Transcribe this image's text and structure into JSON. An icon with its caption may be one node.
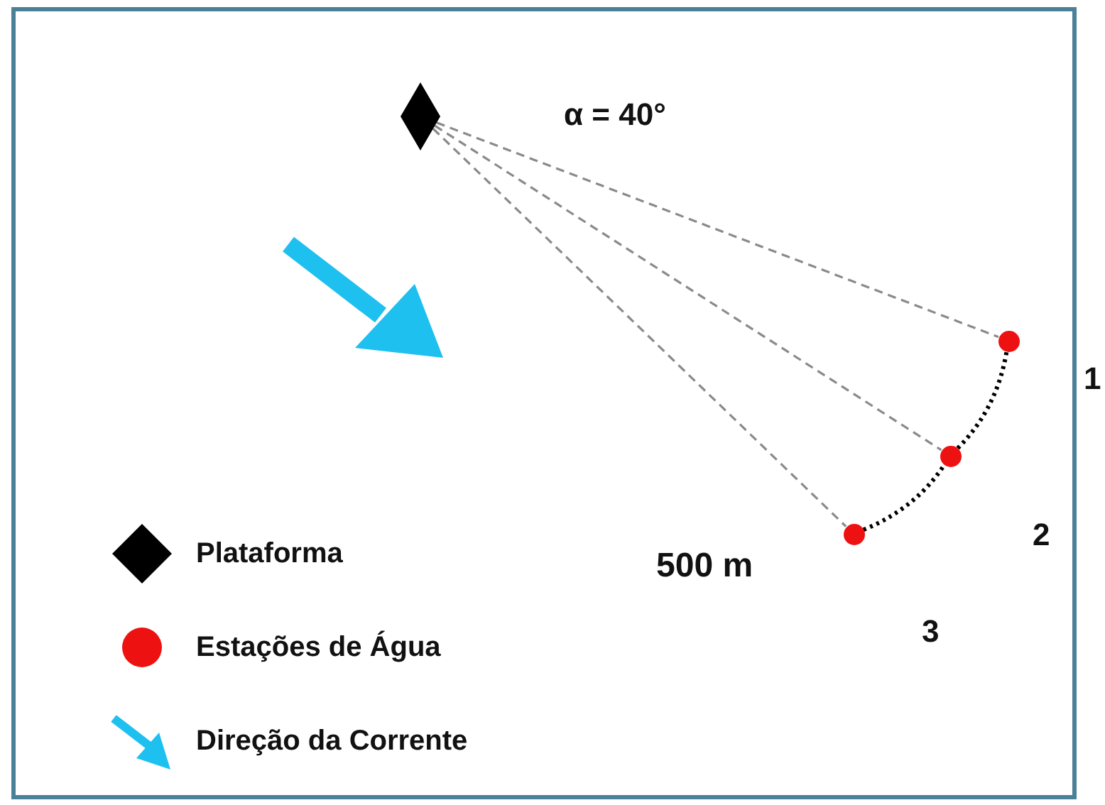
{
  "diagram": {
    "nodes": [
      {
        "text": [],
        "shape": "diamond"
      },
      {
        "text": [],
        "shape": "circle"
      },
      {
        "text": [],
        "shape": "circle"
      },
      {
        "text": [],
        "shape": "circle"
      }
    ],
    "edges": [
      {
        "from": 0,
        "to": 3,
        "arrow": "none",
        "style": "dashed"
      },
      {
        "from": 0,
        "to": 2,
        "arrow": "none",
        "style": "dashed"
      },
      {
        "from": 0,
        "to": 1,
        "arrow": "none",
        "style": "dashed"
      },
      {
        "from": 1,
        "to": 2,
        "arrow": "none",
        "style": "dashed",
        "color": "#000000"
      },
      {
        "from": 2,
        "to": 3,
        "arrow": "none",
        "style": "dashed",
        "color": "#000000"
      }
    ],
    "labels": [
      "α = 40°",
      "1",
      "2",
      "500 m",
      "3"
    ],
    "legend": [
      {
        "text": "Plataforma"
      },
      {
        "text": "Estações de Água",
        "color": "#ee1111"
      },
      {
        "text": "Direção da Corrente"
      }
    ]
  }
}
